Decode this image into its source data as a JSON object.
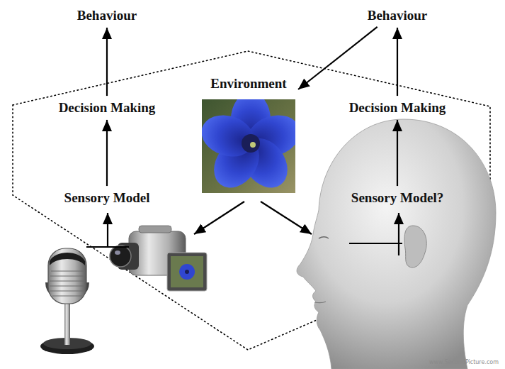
{
  "diagram": {
    "nodes": [
      {
        "text": [
          "Behaviour"
        ]
      },
      {
        "text": [
          "Behaviour"
        ]
      },
      {
        "text": [
          "Decision Making"
        ]
      },
      {
        "text": [
          "Environment"
        ]
      },
      {
        "text": [
          "Decision Making"
        ]
      },
      {
        "text": [
          "Sensory Model"
        ]
      },
      {
        "text": [
          "Sensory Model?"
        ]
      }
    ],
    "edges": [
      {
        "from": 2,
        "to": 0,
        "arrow": "to"
      },
      {
        "from": 4,
        "to": 1,
        "arrow": "to"
      },
      {
        "from": 5,
        "to": 2,
        "arrow": "to"
      },
      {
        "from": 6,
        "to": 4,
        "arrow": "to"
      },
      {
        "from": 1,
        "to": 3,
        "arrow": "to"
      }
    ],
    "labels": [
      "www.SecondPicture.com"
    ]
  }
}
